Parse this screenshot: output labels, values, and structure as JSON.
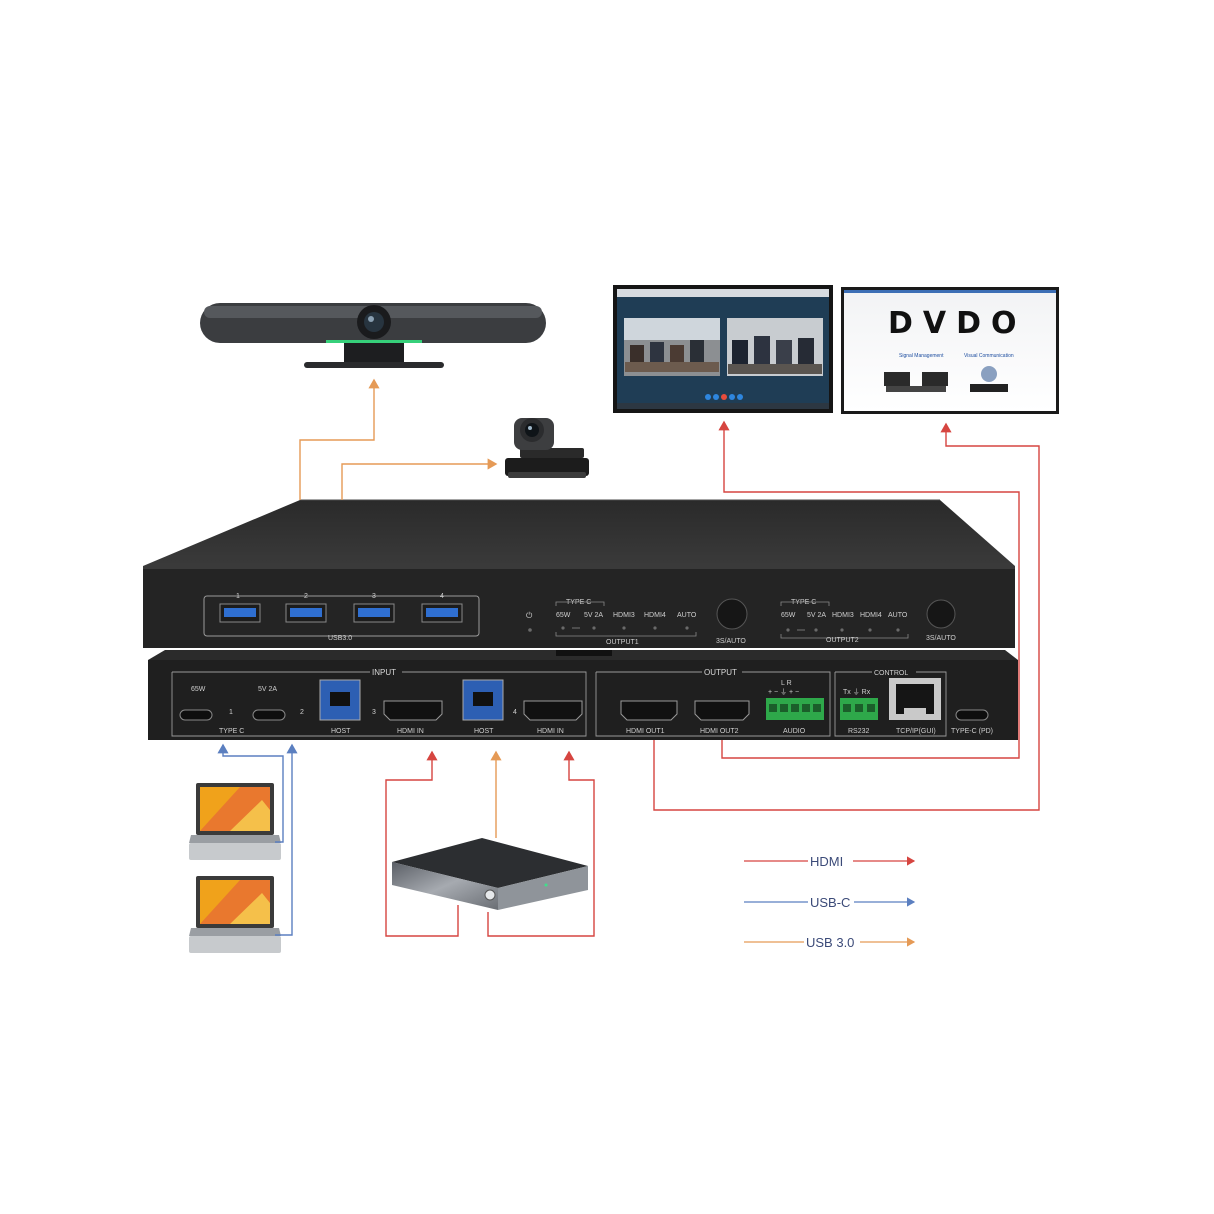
{
  "monitor2": {
    "brand": "DVDO",
    "caption_left": "Signal Management",
    "caption_right": "Visual Communication"
  },
  "front_panel": {
    "usb_port_numbers": [
      "1",
      "2",
      "3",
      "4"
    ],
    "usb_group_label": "USB3.0",
    "power_symbol": "⏻",
    "output1": {
      "type_c_label": "TYPE C",
      "leds": [
        "65W",
        "5V 2A",
        "HDMI3",
        "HDMI4",
        "AUTO"
      ],
      "group_label": "OUTPUT1",
      "button_label": "3S/AUTO"
    },
    "output2": {
      "type_c_label": "TYPE C",
      "leds": [
        "65W",
        "5V 2A",
        "HDMI3",
        "HDMI4",
        "AUTO"
      ],
      "group_label": "OUTPUT2",
      "button_label": "3S/AUTO"
    }
  },
  "rear_panel": {
    "input_label": "INPUT",
    "output_label": "OUTPUT",
    "control_label": "CONTROL",
    "typec_65w": "65W",
    "typec_5v": "5V 2A",
    "num_1": "1",
    "num_2": "2",
    "num_3": "3",
    "num_4": "4",
    "type_c_label": "TYPE C",
    "host1": "HOST",
    "hdmi_in1": "HDMI IN",
    "host2": "HOST",
    "hdmi_in2": "HDMI IN",
    "hdmi_out1": "HDMI OUT1",
    "hdmi_out2": "HDMI OUT2",
    "audio_lr": "L    R",
    "audio_label": "AUDIO",
    "rs232_pins": "Tx  ⏚  Rx",
    "rs232_label": "RS232",
    "tcp_label": "TCP/IP(GUI)",
    "typec_pd_label": "TYPE-C (PD)"
  },
  "legend": [
    {
      "label": "HDMI",
      "color": "#d64540"
    },
    {
      "label": "USB-C",
      "color": "#5b7fc0"
    },
    {
      "label": "USB 3.0",
      "color": "#e59a56"
    }
  ]
}
